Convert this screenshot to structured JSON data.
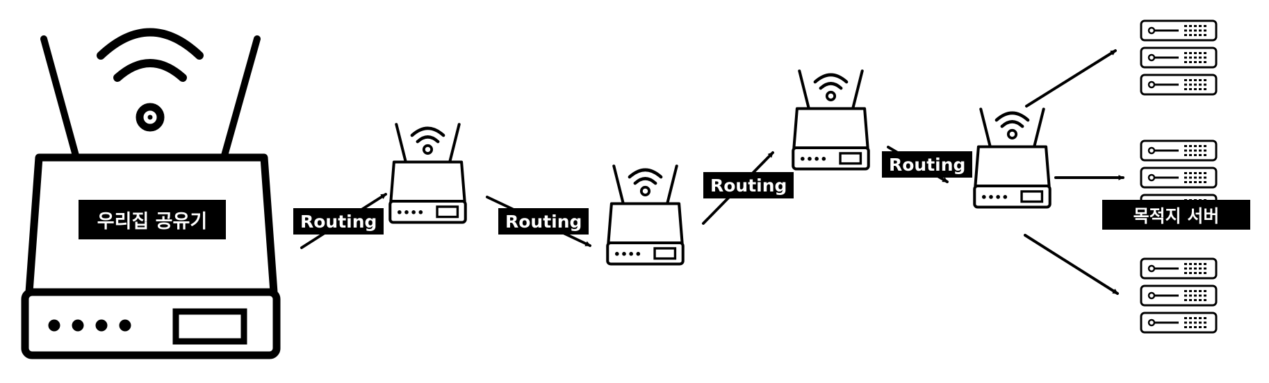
{
  "home_router_label": "우리집 공유기",
  "routing_labels": [
    "Routing",
    "Routing",
    "Routing",
    "Routing"
  ],
  "destination_label": "목적지 서버",
  "icons": {
    "router": "wifi-router-icon",
    "server": "server-rack-icon",
    "arrow": "arrow-icon"
  },
  "colors": {
    "ink": "#000000",
    "background": "#ffffff",
    "label_text": "#ffffff"
  }
}
